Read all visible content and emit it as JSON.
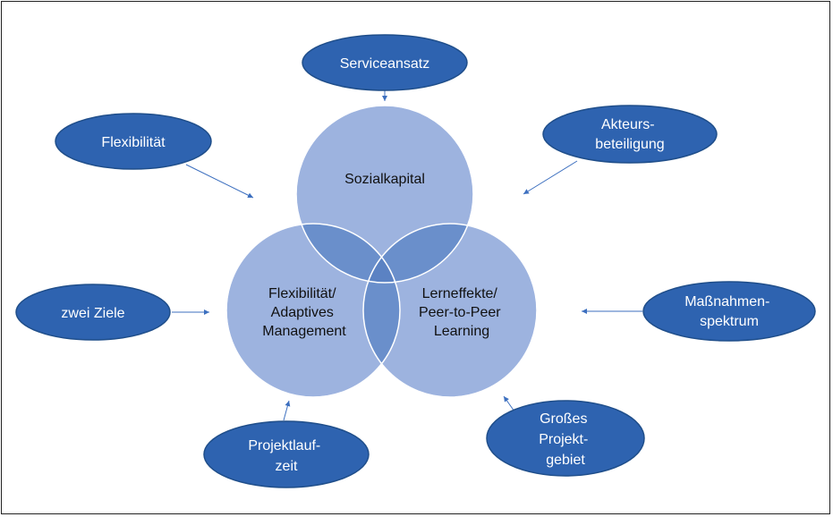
{
  "colors": {
    "venn_fill": "#9DB3DF",
    "venn_overlap": "#6A8FCB",
    "venn_center": "#5B82C3",
    "node_fill": "#2E63B0",
    "node_stroke": "#1F4E8A",
    "arrow": "#3C6FBF",
    "node_text": "#FFFFFF",
    "venn_text": "#111111"
  },
  "venn": {
    "top": {
      "lines": [
        "Sozialkapital"
      ]
    },
    "left": {
      "lines": [
        "Flexibilität/",
        "Adaptives",
        "Management"
      ]
    },
    "right": {
      "lines": [
        "Lerneffekte/",
        "Peer-to-Peer",
        "Learning"
      ]
    }
  },
  "nodes": {
    "serviceansatz": {
      "lines": [
        "Serviceansatz"
      ]
    },
    "flexibilitaet": {
      "lines": [
        "Flexibilität"
      ]
    },
    "akteursbeteiligung": {
      "lines": [
        "Akteurs-",
        "beteiligung"
      ]
    },
    "zwei_ziele": {
      "lines": [
        "zwei Ziele"
      ]
    },
    "massnahmenspektrum": {
      "lines": [
        "Maßnahmen-",
        "spektrum"
      ]
    },
    "projektlaufzeit": {
      "lines": [
        "Projektlauf-",
        "zeit"
      ]
    },
    "projektgebiet": {
      "lines": [
        "Großes",
        "Projekt-",
        "gebiet"
      ]
    }
  }
}
